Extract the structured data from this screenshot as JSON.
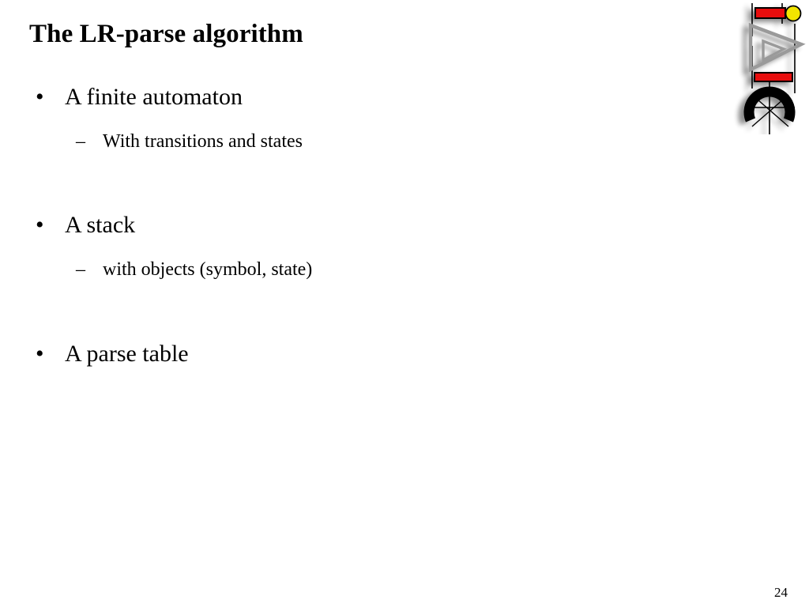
{
  "slide": {
    "title": "The LR-parse algorithm",
    "page_number": "24",
    "background_color": "#ffffff",
    "text_color": "#000000",
    "bullets": [
      {
        "level1": {
          "marker": "•",
          "text": "A finite automaton"
        },
        "level2": [
          {
            "marker": "–",
            "text": "With transitions and states"
          }
        ]
      },
      {
        "level1": {
          "marker": "•",
          "text": "A stack"
        },
        "level2": [
          {
            "marker": "–",
            "text": "with objects (symbol, state)"
          }
        ]
      },
      {
        "level1": {
          "marker": "•",
          "text": "A parse table"
        },
        "level2": []
      }
    ]
  },
  "logo": {
    "name": "institution-logo",
    "colors": {
      "red_bar": "#e8070c",
      "yellow_circle": "#f2e500",
      "triangle_outline": "#9a9a9a",
      "arc": "#000000",
      "tick_lines": "#000000",
      "shadow": "#b9b9b9"
    },
    "parts": [
      "red-bar-top",
      "yellow-circle",
      "triangle-arrow",
      "red-bar-middle",
      "black-arc",
      "crosshair-lines"
    ]
  }
}
